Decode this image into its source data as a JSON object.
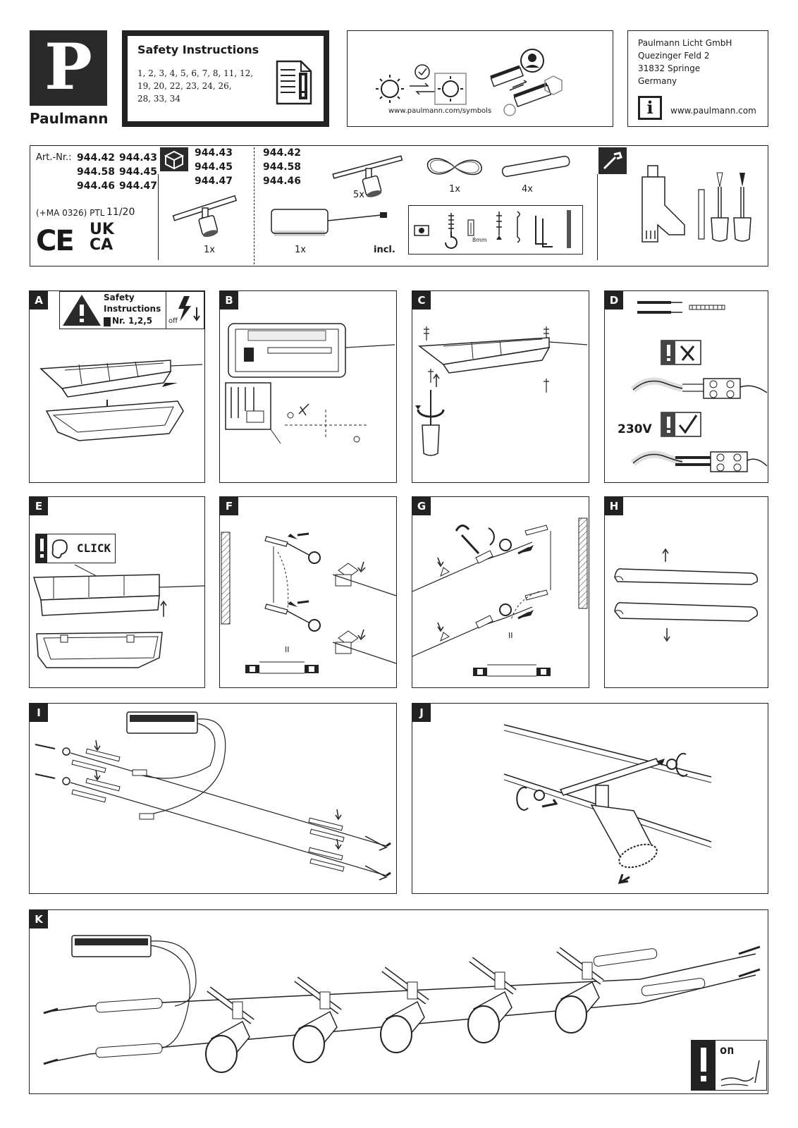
{
  "brand": {
    "logo_letter": "P",
    "name": "Paulmann"
  },
  "safety": {
    "title": "Safety Instructions",
    "line1": "1, 2, 3, 4, 5, 6, 7, 8, 11, 12,",
    "line2": "19, 20, 22, 23, 24, 26,",
    "line3": "28, 33, 34"
  },
  "symbols": {
    "url": "www.paulmann.com/symbols"
  },
  "company": {
    "name": "Paulmann Licht GmbH",
    "street": "Quezinger Feld 2",
    "city": "31832 Springe",
    "country": "Germany",
    "url": "www.paulmann.com",
    "info_icon": "i"
  },
  "parts": {
    "art_label": "Art.-Nr.:",
    "art_row1a": "944.42",
    "art_row1b": "944.43",
    "art_row2a": "944.58",
    "art_row2b": "944.45",
    "art_row3a": "944.46",
    "art_row3b": "944.47",
    "ptl": "(+MA 0326) PTL",
    "ptl_date": "11/20",
    "col1": [
      "944.43",
      "944.45",
      "944.47"
    ],
    "col2": [
      "944.42",
      "944.58",
      "944.46"
    ],
    "qty_spot": "1x",
    "qty_driver": "1x",
    "qty_spots5": "5x",
    "qty_wire": "1x",
    "qty_tubes": "4x",
    "incl": "incl.",
    "screw_size": "8mm",
    "ce": "CE",
    "ukca_top": "UK",
    "ukca_bottom": "CA"
  },
  "panels": {
    "A": {
      "label": "A",
      "safety_line1": "Safety",
      "safety_line2": "Instructions",
      "safety_nr": "Nr. 1,2,5",
      "off": "off"
    },
    "B": {
      "label": "B"
    },
    "C": {
      "label": "C"
    },
    "D": {
      "label": "D",
      "voltage": "230V"
    },
    "E": {
      "label": "E",
      "click": "CLICK"
    },
    "F": {
      "label": "F",
      "parallel": "II"
    },
    "G": {
      "label": "G",
      "parallel": "II"
    },
    "H": {
      "label": "H"
    },
    "I": {
      "label": "I"
    },
    "J": {
      "label": "J"
    },
    "K": {
      "label": "K",
      "on": "on"
    }
  }
}
